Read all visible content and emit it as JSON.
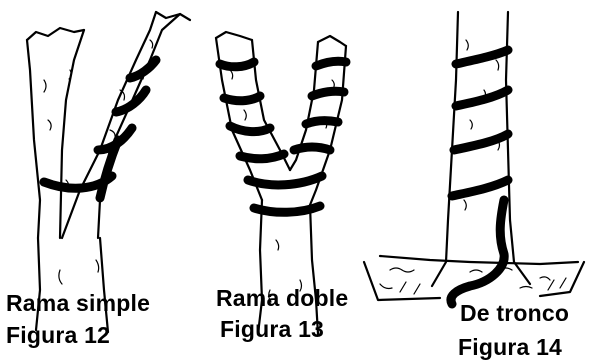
{
  "figures": [
    {
      "id": "fig12",
      "label": "Rama simple",
      "number": "Figura 12"
    },
    {
      "id": "fig13",
      "label": "Rama doble",
      "number": "Figura 13"
    },
    {
      "id": "fig14",
      "label": "De tronco",
      "number": "Figura 14"
    }
  ],
  "ink_color": "#000000",
  "background": "#ffffff"
}
